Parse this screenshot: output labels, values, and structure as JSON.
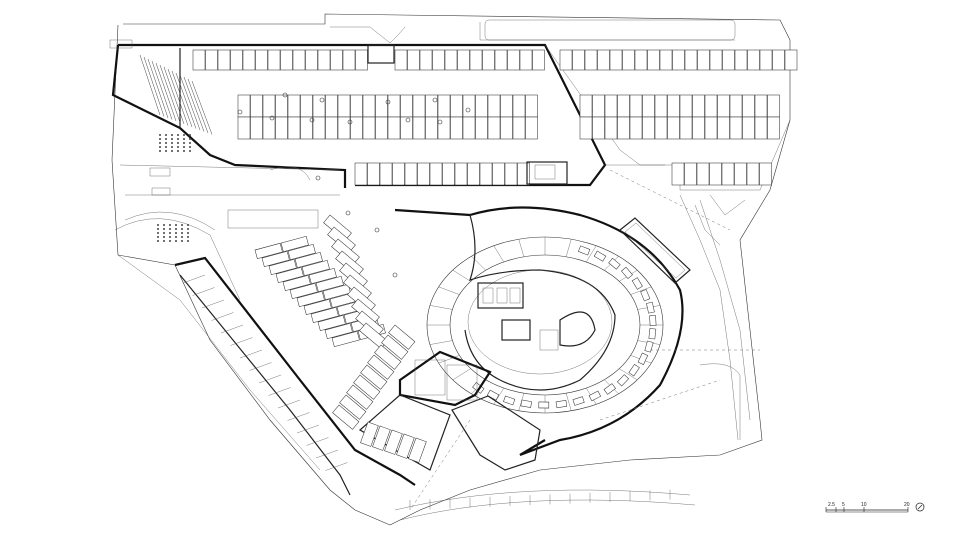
{
  "drawing": {
    "type": "site floor plan",
    "line_color": "#222222",
    "background": "#ffffff"
  },
  "scale_bar": {
    "ticks": [
      "2.5",
      "5",
      "10",
      "20"
    ]
  },
  "north_arrow_icon": "north-arrow-icon"
}
